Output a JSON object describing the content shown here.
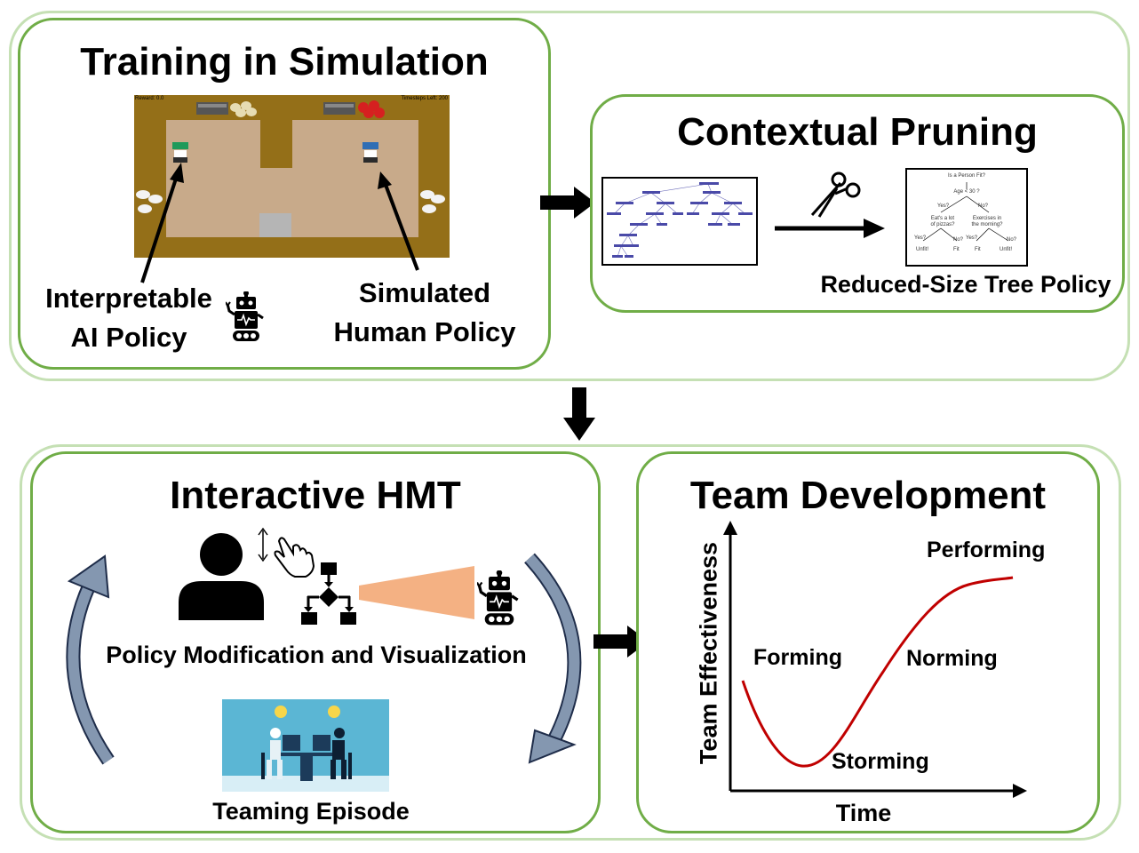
{
  "top": {
    "training": {
      "title": "Training in Simulation",
      "game_hud_left": "Reward: 0.0",
      "game_hud_right": "Timesteps Left: 200",
      "label_ai": [
        "Interpretable",
        "AI Policy"
      ],
      "label_human": [
        "Simulated",
        "Human Policy"
      ]
    },
    "pruning": {
      "title": "Contextual Pruning",
      "caption": "Reduced-Size Tree Policy",
      "small_tree": {
        "root": "Is a Person Fit?",
        "node_age": "Age < 30 ?",
        "yes_1": "Yes?",
        "no_1": "No?",
        "left_q": [
          "Eat's a lot",
          "of pizzas?"
        ],
        "right_q": [
          "Exercises in",
          "the morning?"
        ],
        "yes_2a": "Yes?",
        "no_2a": "No?",
        "yes_2b": "Yes?",
        "no_2b": "No?",
        "leaf_1": "Unfit!",
        "leaf_2": "Fit",
        "leaf_3": "Fit",
        "leaf_4": "Unfit!"
      }
    }
  },
  "bottom": {
    "hmt": {
      "title": "Interactive HMT",
      "modification_label": "Policy Modification and Visualization",
      "episode_label": "Teaming Episode"
    },
    "team": {
      "title": "Team Development",
      "ylabel": "Team Effectiveness",
      "xlabel": "Time",
      "stages": {
        "forming": "Forming",
        "storming": "Storming",
        "norming": "Norming",
        "performing": "Performing"
      },
      "curve_color": "#c00000"
    }
  },
  "colors": {
    "outer_border": "#c5e0b4",
    "panel_border": "#70ad47",
    "game_floor": "#946f18",
    "game_counter": "#c8aa8a",
    "beam": "#f4b183",
    "cycle_arrow": "#8497b0"
  }
}
